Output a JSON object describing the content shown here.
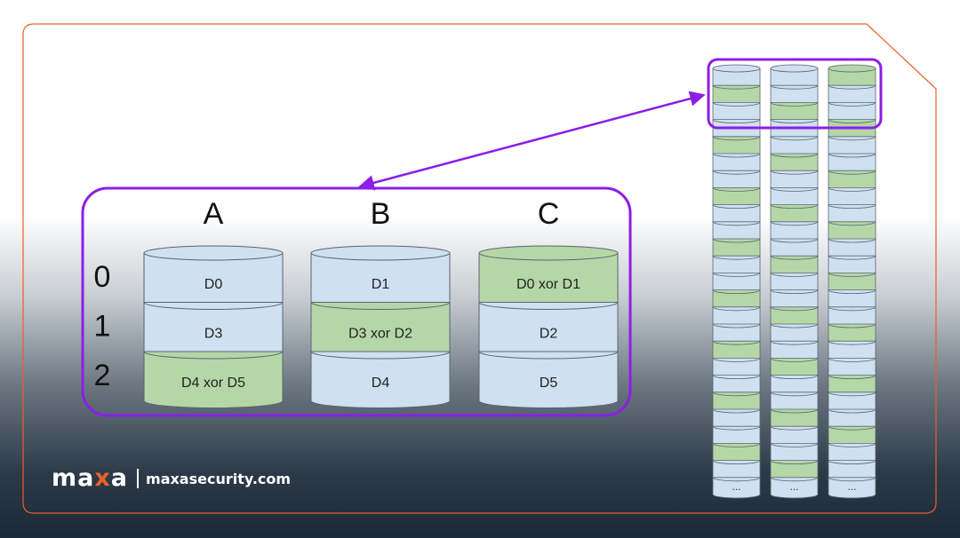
{
  "columns": [
    {
      "header": "A",
      "cells": [
        {
          "label": "D0",
          "parity": false
        },
        {
          "label": "D3",
          "parity": false
        },
        {
          "label": "D4 xor D5",
          "parity": true
        }
      ]
    },
    {
      "header": "B",
      "cells": [
        {
          "label": "D1",
          "parity": false
        },
        {
          "label": "D3 xor D2",
          "parity": true
        },
        {
          "label": "D4",
          "parity": false
        }
      ]
    },
    {
      "header": "C",
      "cells": [
        {
          "label": "D0 xor D1",
          "parity": true
        },
        {
          "label": "D2",
          "parity": false
        },
        {
          "label": "D5",
          "parity": false
        }
      ]
    }
  ],
  "rows": [
    "0",
    "1",
    "2"
  ],
  "stripe_columns": [
    {
      "ellipsis": "...",
      "pattern": [
        "data",
        "parity",
        "data"
      ]
    },
    {
      "ellipsis": "...",
      "pattern": [
        "data",
        "data",
        "parity"
      ]
    },
    {
      "ellipsis": "...",
      "pattern": [
        "parity",
        "data",
        "data"
      ]
    }
  ],
  "colors": {
    "data": "#cfe0f1",
    "parity": "#b5d7a8",
    "highlight": "#8c1ee8",
    "frame": "#e8602a"
  },
  "brand": {
    "logo_left": "ma",
    "logo_x": "x",
    "logo_right": "a",
    "url": "maxasecurity.com"
  }
}
